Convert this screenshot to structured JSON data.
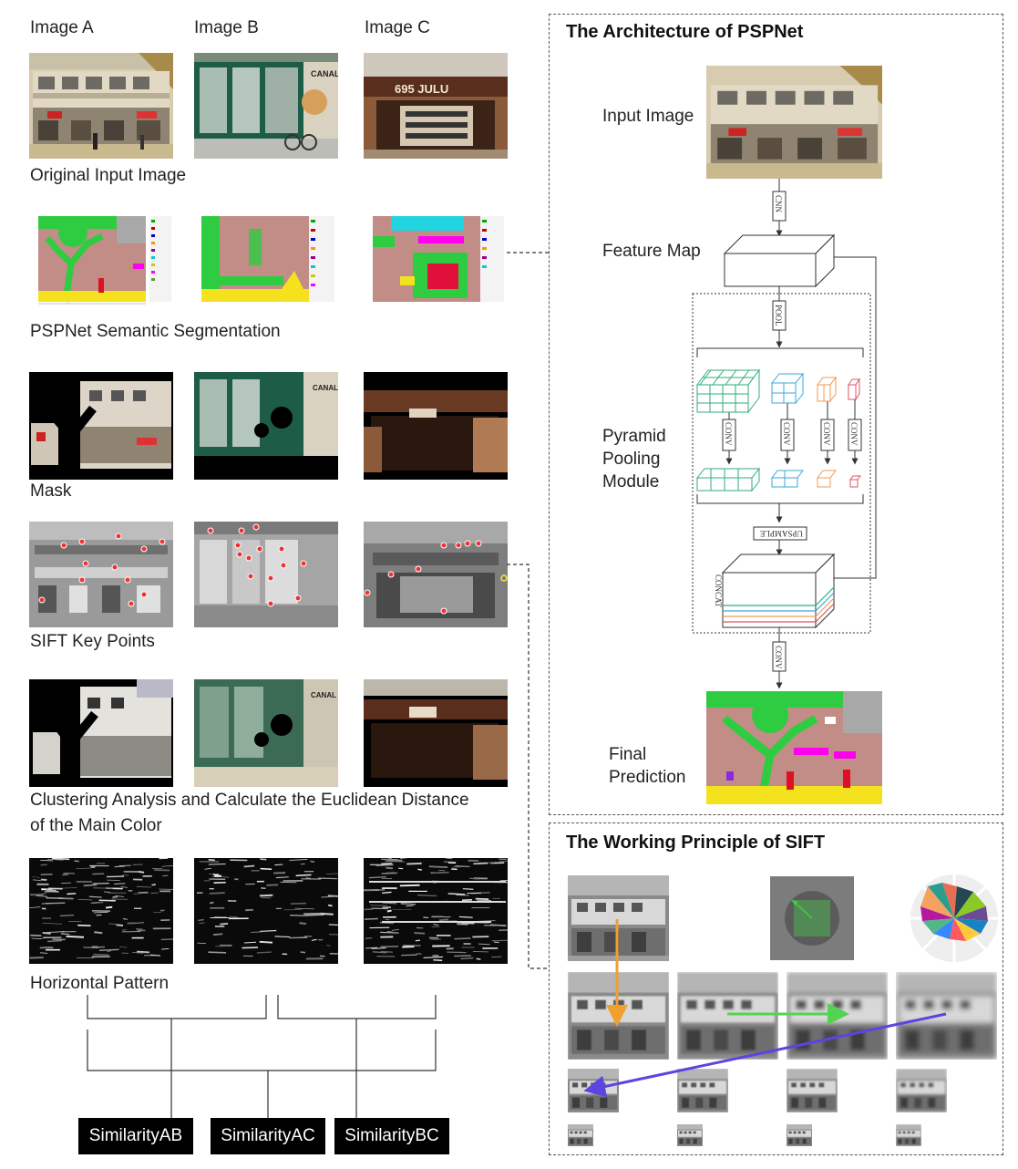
{
  "columns": [
    "Image A",
    "Image B",
    "Image C"
  ],
  "rows": {
    "original": "Original Input Image",
    "segmentation": "PSPNet Semantic Segmentation",
    "mask": "Mask",
    "sift": "SIFT Key Points",
    "clustering": "Clustering Analysis and Calculate the Euclidean Distance",
    "clustering_line2": "of the Main Color",
    "horizontal": "Horizontal Pattern"
  },
  "shop_sign": "695 JULU",
  "canal_sign": "CANAL",
  "similarity": [
    "SimilarityAB",
    "SimilarityAC",
    "SimilarityBC"
  ],
  "pspnet": {
    "title": "The Architecture of PSPNet",
    "input_image": "Input Image",
    "feature_map": "Feature Map",
    "pyramid_1": "Pyramid",
    "pyramid_2": "Pooling",
    "pyramid_3": "Module",
    "final_1": "Final",
    "final_2": "Prediction",
    "cnn": "CNN",
    "pool": "POOL",
    "conv": "CONV",
    "upsample": "UPSAMPLE",
    "concat": "CONCAT"
  },
  "sift_panel": {
    "title": "The Working Principle of SIFT"
  }
}
